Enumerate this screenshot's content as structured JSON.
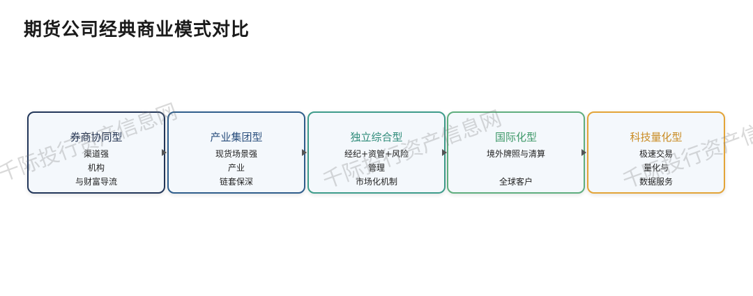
{
  "title": "期货公司经典商业模式对比",
  "models": [
    {
      "name": "券商协同型",
      "lines": [
        "渠道强",
        "机构",
        "与财富导流"
      ]
    },
    {
      "name": "产业集团型",
      "lines": [
        "现货场景强",
        "产业",
        "链套保深"
      ]
    },
    {
      "name": "独立综合型",
      "lines": [
        "经纪+资管+风险",
        "管理",
        "市场化机制"
      ]
    },
    {
      "name": "国际化型",
      "lines": [
        "境外牌照与清算",
        "",
        "全球客户"
      ]
    },
    {
      "name": "科技量化型",
      "lines": [
        "极速交易",
        "量化与",
        "数据服务"
      ]
    }
  ],
  "watermark": "千际投行资产信息网"
}
